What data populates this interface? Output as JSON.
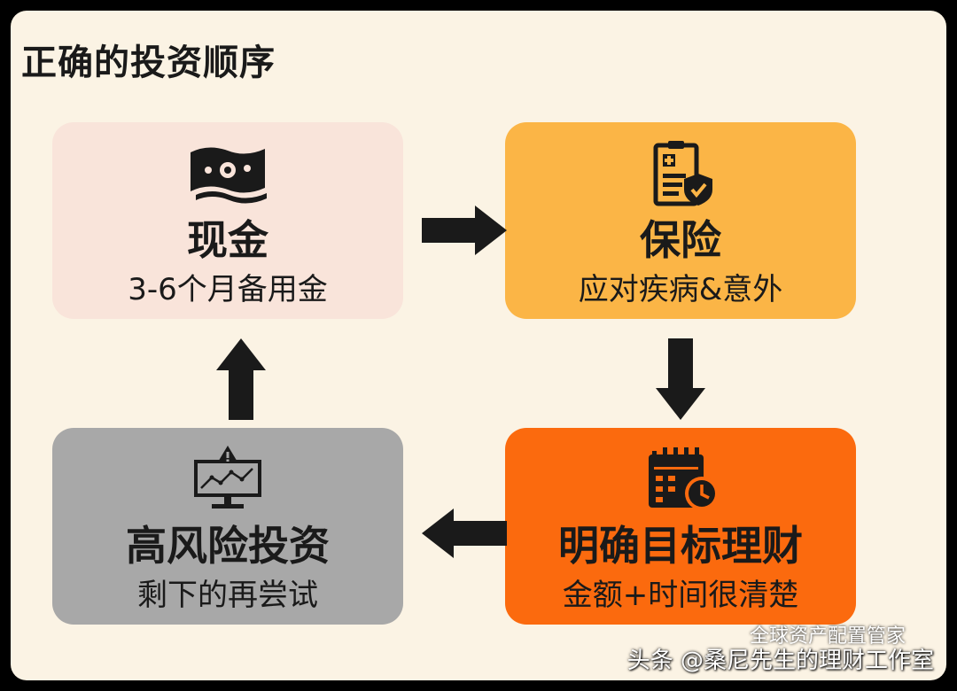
{
  "title": "正确的投资顺序",
  "steps": [
    {
      "head": "现金",
      "sub": "3-6个月备用金",
      "icon": "money-icon",
      "color": "#f9e4da"
    },
    {
      "head": "保险",
      "sub": "应对疾病&意外",
      "icon": "insurance-document-icon",
      "color": "#fbb546"
    },
    {
      "head": "明确目标理财",
      "sub": "金额+时间很清楚",
      "icon": "calendar-clock-icon",
      "color": "#fb6a0e"
    },
    {
      "head": "高风险投资",
      "sub": "剩下的再尝试",
      "icon": "monitor-chart-warning-icon",
      "color": "#a8a8a8"
    }
  ],
  "watermark": {
    "source": "头条 @桑尼先生的理财工作室",
    "secondary": "全球资产配置管家"
  }
}
